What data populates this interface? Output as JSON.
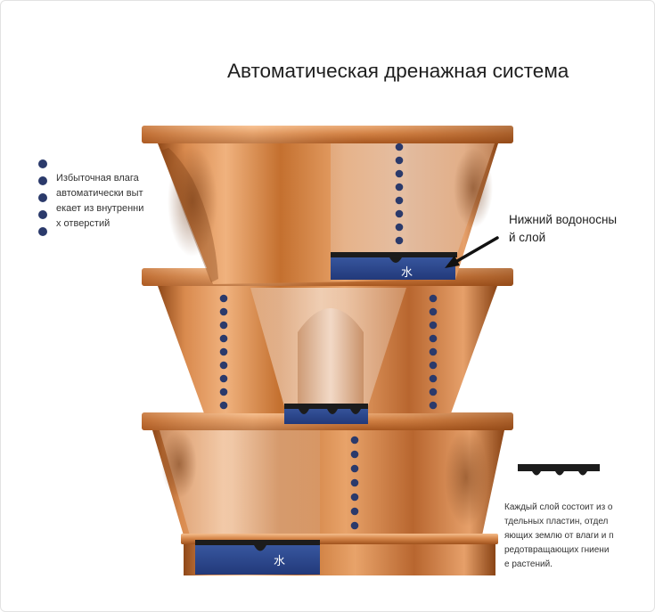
{
  "title": "Автоматическая дренажная система",
  "left_note": {
    "lines": [
      "Избыточная влага",
      "автоматически выт",
      "екает из внутренни",
      "х отверстий"
    ]
  },
  "aquifer_note": {
    "lines": [
      "Нижний водоносны",
      "й слой"
    ]
  },
  "layer_note": {
    "lines": [
      "Каждый слой состоит из о",
      "тдельных пластин, отдел",
      "яющих землю от влаги и п",
      "редотвращающих гниени",
      "е растений."
    ]
  },
  "water_label": "水",
  "icons": {
    "drain_plate": "drain-plate-icon",
    "arrow": "pointer-arrow-icon"
  },
  "colors": {
    "copper": "#c8743a",
    "water": "#2f4f96",
    "drain_dots": "#2b3a6b",
    "plate": "#1c1c1c"
  }
}
